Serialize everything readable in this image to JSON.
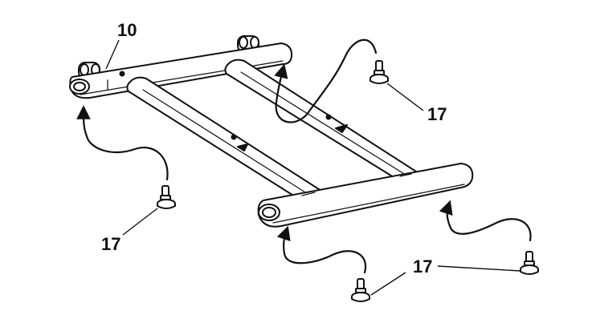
{
  "labels": {
    "frame": "10",
    "foot_left": "17",
    "foot_back_right": "17",
    "foot_front": "17"
  },
  "colors": {
    "line": "#111111",
    "fill": "#ffffff"
  }
}
